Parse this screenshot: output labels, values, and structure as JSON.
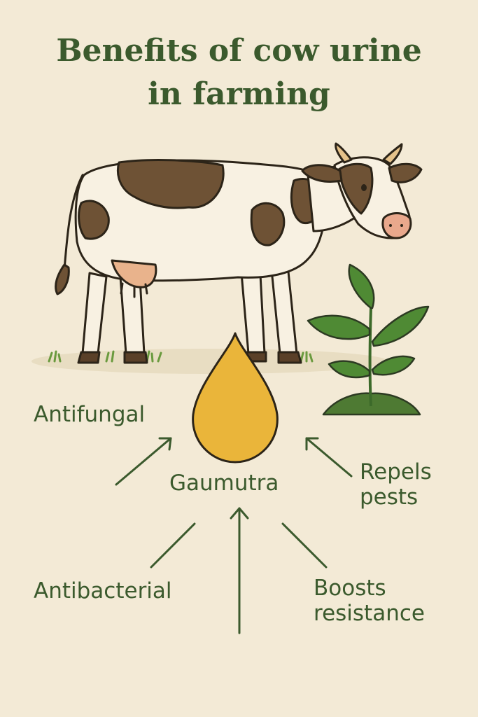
{
  "title": {
    "line1": "Benefits of cow urine",
    "line2": "in farming"
  },
  "center_label": "Gaumutra",
  "benefits": {
    "antifungal": "Antifungal",
    "repels_line1": "Repels",
    "repels_line2": "pests",
    "antibacterial": "Antibacterial",
    "boosts_line1": "Boosts",
    "boosts_line2": "resistance"
  },
  "colors": {
    "background": "#f3ead6",
    "text": "#3b5a2d",
    "droplet": "#eab53a",
    "cow_spots": "#6e5235",
    "leaf": "#4f8a34"
  }
}
